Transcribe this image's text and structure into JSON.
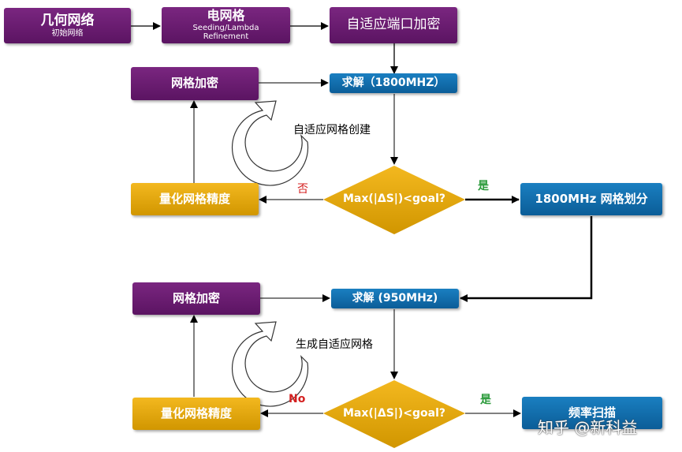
{
  "nodes": {
    "geometry": {
      "title": "几何网络",
      "subtitle": "初始网络"
    },
    "mesh": {
      "title": "电网格",
      "subtitle": "Seeding/Lambda Refinement"
    },
    "port_refine": {
      "title": "自适应端口加密"
    },
    "refine_1": {
      "title": "网格加密"
    },
    "solve_1": {
      "title": "求解（1800MHZ）"
    },
    "quantify_1": {
      "title": "量化网格精度"
    },
    "decision_1": {
      "title": "Max(|ΔS|)<goal?"
    },
    "mesh_1800": {
      "title": "1800MHz 网格划分"
    },
    "refine_2": {
      "title": "网格加密"
    },
    "solve_2": {
      "title": "求解 (950MHz)"
    },
    "quantify_2": {
      "title": "量化网格精度"
    },
    "decision_2": {
      "title": "Max(|ΔS|)<goal?"
    },
    "sweep": {
      "title": "频率扫描"
    }
  },
  "labels": {
    "loop_1": "自适应网格创建",
    "loop_2": "生成自适应网格",
    "no_1": "否",
    "yes_1": "是",
    "no_2": "No",
    "yes_2": "是"
  },
  "watermark": "知乎 @新科益",
  "colors": {
    "purple": "#6b1d70",
    "blue": "#0f6aab",
    "gold": "#e4a80d",
    "red": "#d42020",
    "green": "#2a9a3a"
  }
}
